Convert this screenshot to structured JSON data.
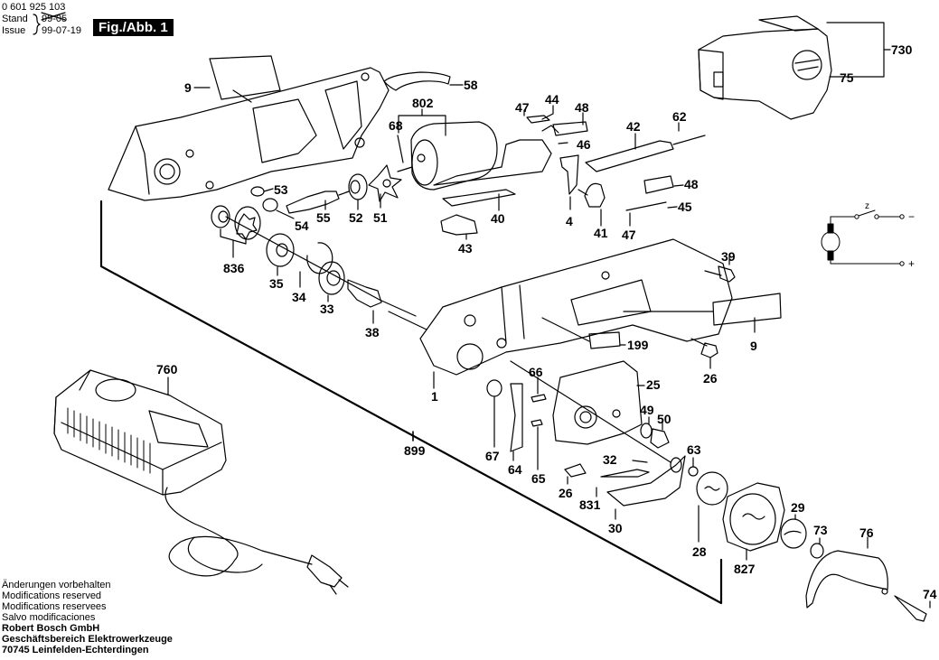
{
  "header": {
    "part_number": "0 601 925 103",
    "stand_label": "Stand",
    "issue_label": "Issue",
    "old_date": "99-05",
    "issue_date": "99-07-19",
    "figure_badge": "Fig./Abb. 1"
  },
  "footer": {
    "lines": [
      "Änderungen vorbehalten",
      "Modifications reserved",
      "Modifications reservees",
      "Salvo modificaciones"
    ],
    "company": "Robert Bosch GmbH",
    "division": "Geschäftsbereich Elektrowerkzeuge",
    "address": "70745 Leinfelden-Echterdingen"
  },
  "parts": {
    "p730": "730",
    "p75": "75",
    "p9a": "9",
    "p58": "58",
    "p802": "802",
    "p68": "68",
    "p47a": "47",
    "p44": "44",
    "p48a": "48",
    "p46": "46",
    "p42": "42",
    "p62": "62",
    "p53": "53",
    "p54": "54",
    "p55": "55",
    "p52": "52",
    "p51": "51",
    "p40": "40",
    "p4": "4",
    "p41": "41",
    "p48b": "48",
    "p45": "45",
    "p47b": "47",
    "p43": "43",
    "p836": "836",
    "p35": "35",
    "p34": "34",
    "p33": "33",
    "p38": "38",
    "p39": "39",
    "p199": "199",
    "p9b": "9",
    "p26a": "26",
    "p1": "1",
    "p760": "760",
    "p66": "66",
    "p25": "25",
    "p49": "49",
    "p50": "50",
    "p67": "67",
    "p64": "64",
    "p65": "65",
    "p63": "63",
    "p32": "32",
    "p26b": "26",
    "p831": "831",
    "p30": "30",
    "p28": "28",
    "p29": "29",
    "p73": "73",
    "p76": "76",
    "p827": "827",
    "p74": "74",
    "p899": "899"
  },
  "circuit": {
    "minus": "−",
    "plus": "+",
    "switch_mark": "z"
  }
}
